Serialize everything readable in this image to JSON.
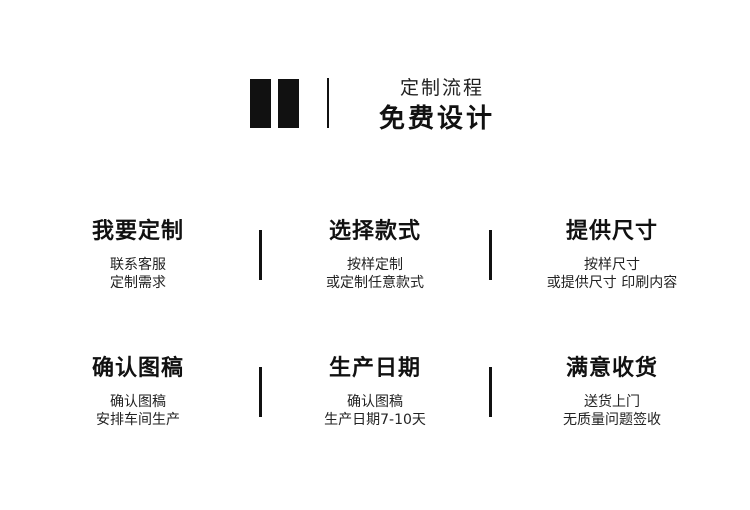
{
  "header": {
    "subtitle": "定制流程",
    "title": "免费设计"
  },
  "steps": [
    {
      "title": "我要定制",
      "line1": "联系客服",
      "line2": "定制需求"
    },
    {
      "title": "选择款式",
      "line1": "按样定制",
      "line2": "或定制任意款式"
    },
    {
      "title": "提供尺寸",
      "line1": "按样尺寸",
      "line2": "或提供尺寸 印刷内容"
    },
    {
      "title": "确认图稿",
      "line1": "确认图稿",
      "line2": "安排车间生产"
    },
    {
      "title": "生产日期",
      "line1": "确认图稿",
      "line2": "生产日期7-10天"
    },
    {
      "title": "满意收货",
      "line1": "送货上门",
      "line2": "无质量问题签收"
    }
  ]
}
